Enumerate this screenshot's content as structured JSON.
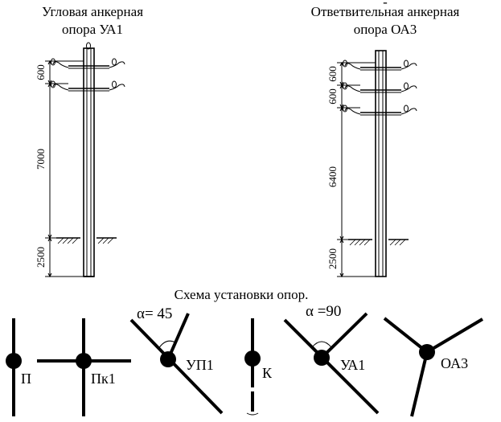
{
  "left_pole": {
    "title_line1": "Угловая анкерная",
    "title_line2": "опора УА1",
    "dims": [
      "600",
      "7000",
      "2500"
    ]
  },
  "right_pole": {
    "dash": "-",
    "title_line1": "Ответвительная анкерная",
    "title_line2": "опора ОА3",
    "dims": [
      "600",
      "600",
      "6400",
      "2500"
    ]
  },
  "scheme": {
    "title": "Схема установки опор.",
    "angle_45": "α= 45",
    "angle_90": "α =90",
    "labels": {
      "p": "П",
      "pk1": "Пк1",
      "up1": "УП1",
      "k": "К",
      "ua1": "УА1",
      "oa3": "ОА3"
    }
  }
}
